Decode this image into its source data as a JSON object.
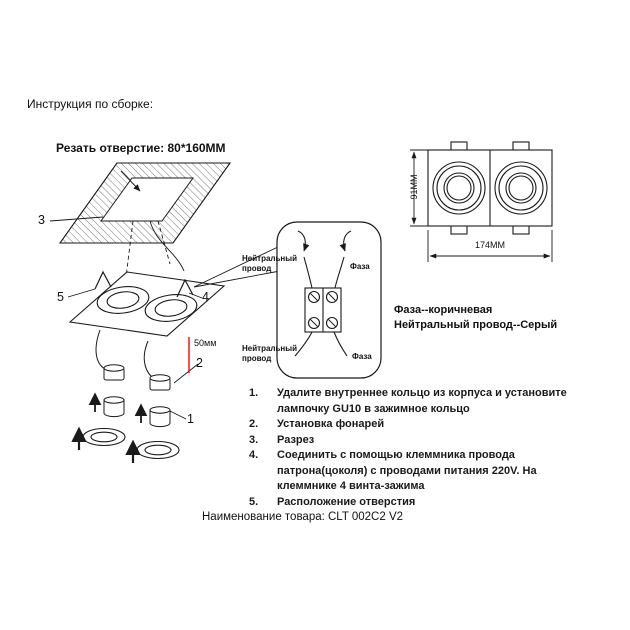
{
  "page": {
    "title": "Инструкция по сборке:",
    "cut_hole": "Резать отверстие:  80*160ММ",
    "product_name": "Наименование товара: CLT 002C2 V2"
  },
  "diagram": {
    "callout_1": "1",
    "callout_2": "2",
    "callout_3": "3",
    "callout_4": "4",
    "callout_5": "5",
    "depth_label": "50мм"
  },
  "wiring_callout": {
    "neutral_top": "Нейтральный провод",
    "phase_top": "Фаза",
    "neutral_bottom": "Нейтральный провод",
    "phase_bottom": "Фаза"
  },
  "top_view": {
    "height_label": "91ММ",
    "width_label": "174ММ"
  },
  "wire_colors": {
    "phase": "Фаза--коричневая",
    "neutral": "Нейтральный провод--Серый"
  },
  "instructions": {
    "items": [
      {
        "num": "1.",
        "text": "Удалите внутреннее кольцо из корпуса и установите лампочку GU10 в зажимное кольцо"
      },
      {
        "num": "2.",
        "text": "Установка фонарей"
      },
      {
        "num": "3.",
        "text": "Разрез"
      },
      {
        "num": "4.",
        "text": "Соединить с помощью клеммника провода патрона(цоколя) с проводами питания 220V. На клеммнике 4 винта-зажима"
      },
      {
        "num": "5.",
        "text": "Расположение отверстия"
      }
    ]
  },
  "colors": {
    "ink": "#1a1a1a",
    "dimension_red": "#ff0000",
    "background": "#ffffff"
  }
}
